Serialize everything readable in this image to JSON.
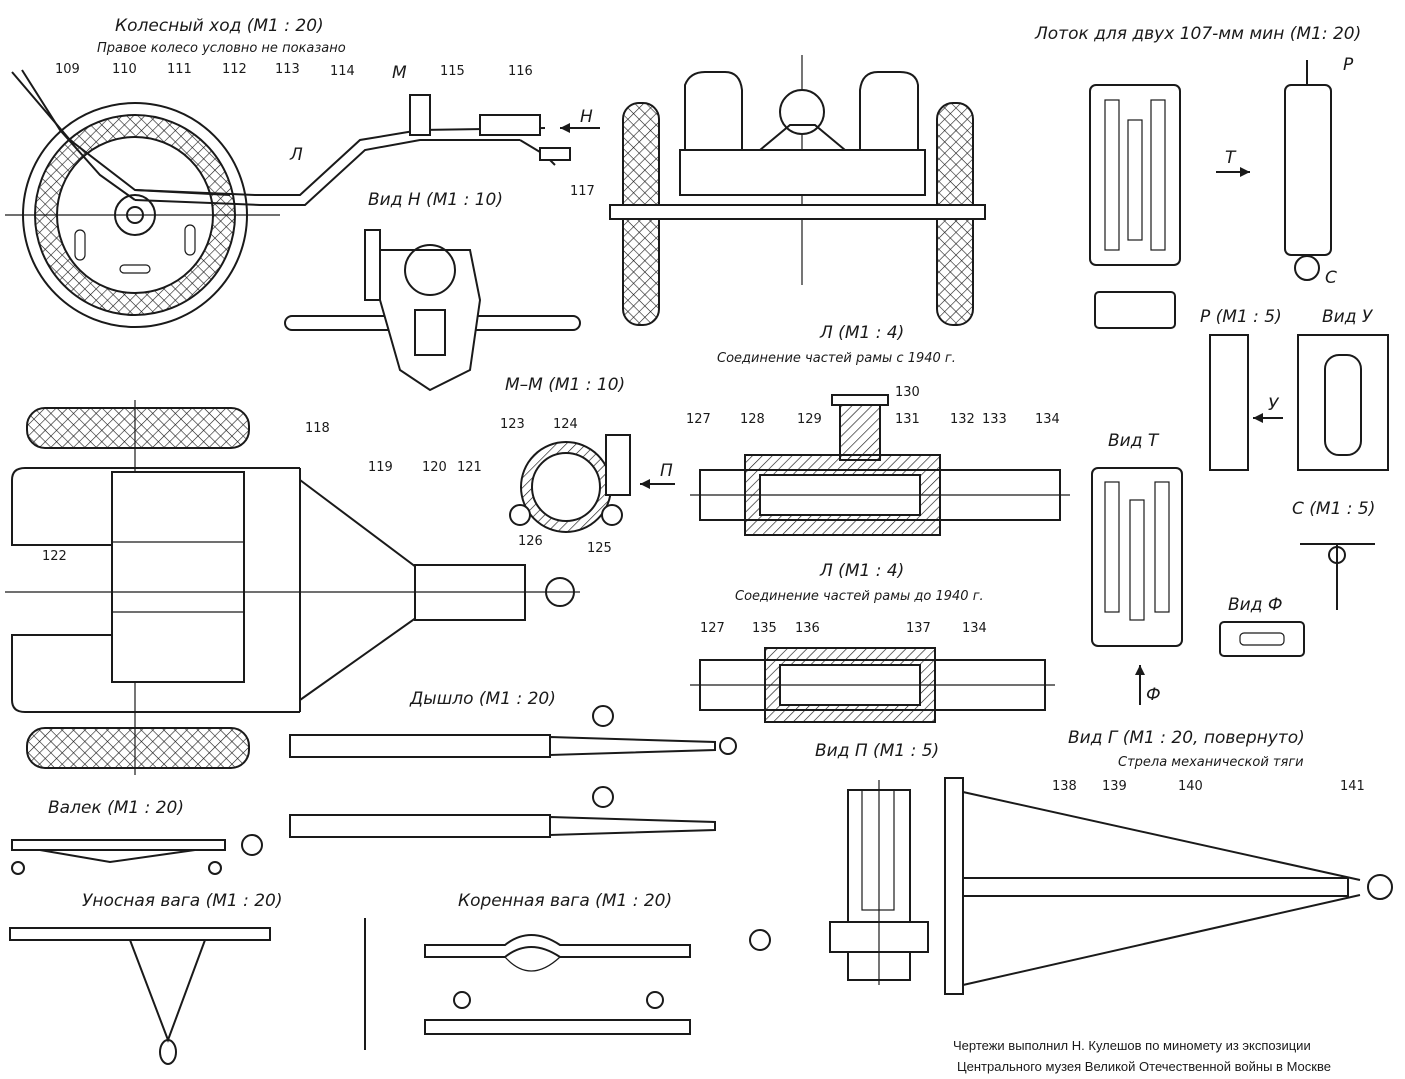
{
  "titles": {
    "wheel": "Колесный ход (М1 : 20)",
    "wheel_note": "Правое колесо условно не показано",
    "tray": "Лоток для двух 107-мм мин (М1: 20)",
    "view_n": "Вид Н (М1 : 10)",
    "l1": "Л (М1 : 4)",
    "l1_note": "Соединение частей рамы с 1940 г.",
    "l2": "Л (М1 : 4)",
    "l2_note": "Соединение частей рамы до 1940 г.",
    "mm": "М–М (М1 : 10)",
    "r": "Р (М1 : 5)",
    "view_u": "Вид У",
    "view_t": "Вид Т",
    "c": "С (М1 : 5)",
    "view_f": "Вид Ф",
    "drawbar": "Дышло (М1 : 20)",
    "valek": "Валек (М1 : 20)",
    "view_p": "Вид П (М1 : 5)",
    "view_g": "Вид Г (М1 : 20, повернуто)",
    "view_g_note": "Стрела механической тяги",
    "unos": "Уносная вага (М1 : 20)",
    "koren": "Коренная вага (М1 : 20)"
  },
  "letters": {
    "m": "М",
    "h": "Н",
    "l": "Л",
    "t": "Т",
    "p": "Р",
    "c": "С",
    "u": "У",
    "f": "Ф",
    "pi": "П"
  },
  "callouts": {
    "n109": "109",
    "n110": "110",
    "n111": "111",
    "n112": "112",
    "n113": "113",
    "n114": "114",
    "n115": "115",
    "n116": "116",
    "n117": "117",
    "n118": "118",
    "n119": "119",
    "n120": "120",
    "n121": "121",
    "n122": "122",
    "n123": "123",
    "n124": "124",
    "n125": "125",
    "n126": "126",
    "n127": "127",
    "n128": "128",
    "n129": "129",
    "n130": "130",
    "n131": "131",
    "n132": "132",
    "n133": "133",
    "n134": "134",
    "n127b": "127",
    "n135": "135",
    "n136": "136",
    "n137": "137",
    "n134b": "134",
    "n138": "138",
    "n139": "139",
    "n140": "140",
    "n141": "141"
  },
  "credit": {
    "line1": "Чертежи выполнил Н. Кулешов по миномету из экспозиции",
    "line2": "Центрального музея Великой Отечественной войны в Москве"
  }
}
